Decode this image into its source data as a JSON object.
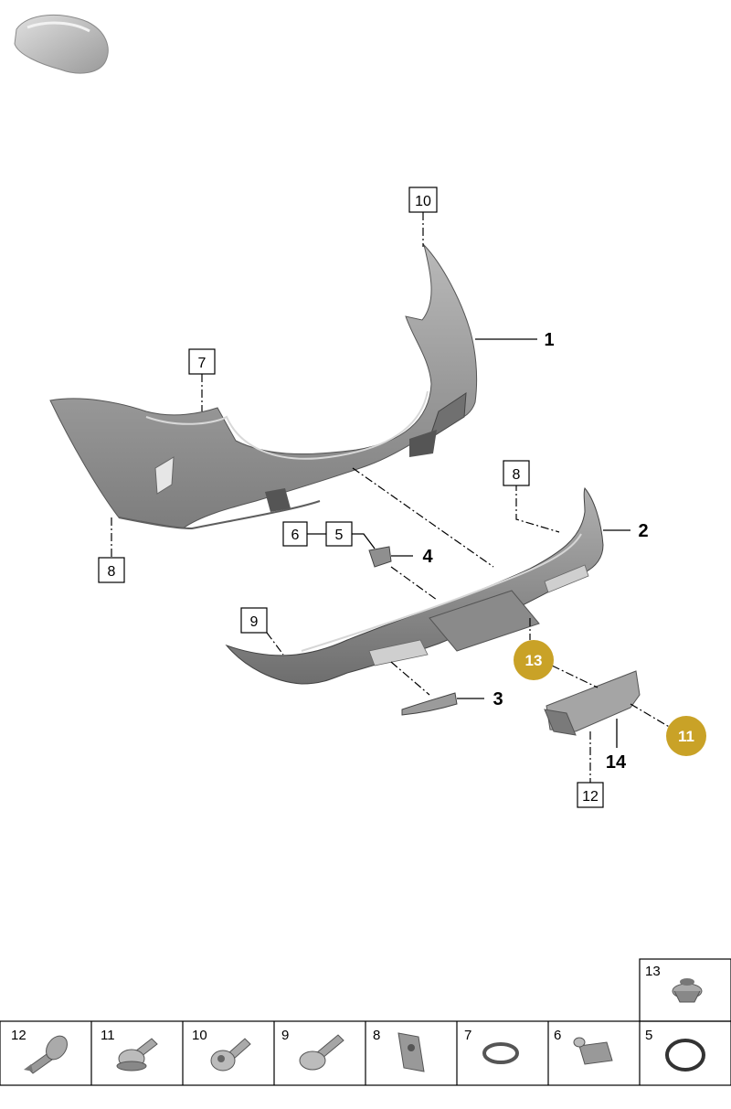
{
  "callouts": {
    "c1": "1",
    "c2": "2",
    "c3": "3",
    "c4": "4",
    "c5": "5",
    "c6": "6",
    "c7": "7",
    "c8a": "8",
    "c8b": "8",
    "c9": "9",
    "c10": "10",
    "c11": "11",
    "c12": "12",
    "c13": "13",
    "c14": "14"
  },
  "highlight_color": "#c9a227",
  "legend": {
    "cells": [
      "12",
      "11",
      "10",
      "9",
      "8",
      "7",
      "6",
      "5"
    ],
    "top_cell": "13"
  }
}
